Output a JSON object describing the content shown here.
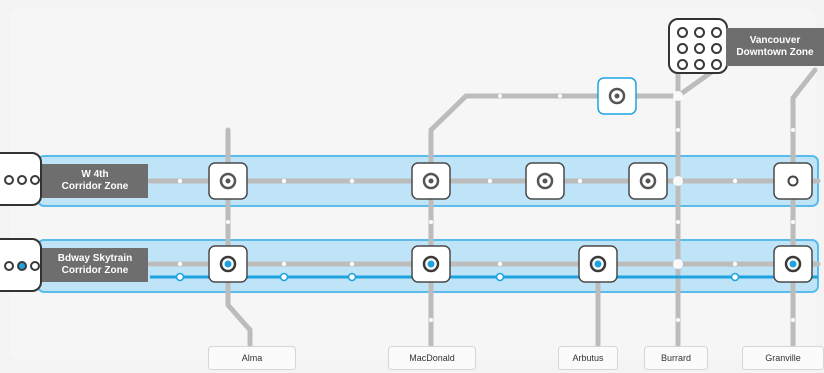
{
  "zones": {
    "w4th": "W 4th\nCorridor Zone",
    "bdway": "Bdway Skytrain\nCorridor Zone",
    "downtown": "Vancouver\nDowntown Zone"
  },
  "stops": {
    "alma": "Alma",
    "macdonald": "MacDonald",
    "arbutus": "Arbutus",
    "burrard": "Burrard",
    "granville": "Granville"
  },
  "colors": {
    "band": "#bde3f6",
    "band_stroke": "#55b8ea",
    "line": "#b9b9b9",
    "blue_line": "#1fa3df",
    "station_ring": "#4a4a4a",
    "station_blue": "#1fa3df"
  },
  "icons": {
    "zone_bus": "bus-stop-icon",
    "zone_train": "train-stop-icon",
    "station": "station-icon"
  }
}
